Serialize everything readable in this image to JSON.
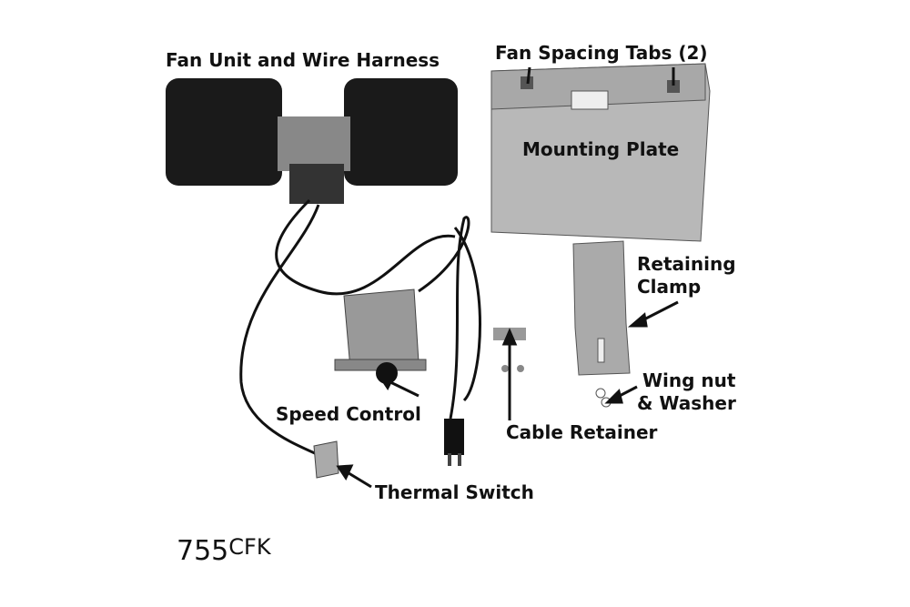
{
  "labels": {
    "fan_unit": "Fan Unit and Wire Harness",
    "fan_tabs": "Fan Spacing Tabs (2)",
    "mounting_plate": "Mounting Plate",
    "retaining_clamp_1": "Retaining",
    "retaining_clamp_2": "Clamp",
    "wing_nut_1": "Wing nut",
    "wing_nut_2": "& Washer",
    "speed_control": "Speed Control",
    "cable_retainer": "Cable Retainer",
    "thermal_switch": "Thermal Switch"
  },
  "model": {
    "number": "755",
    "suffix": "CFK"
  }
}
